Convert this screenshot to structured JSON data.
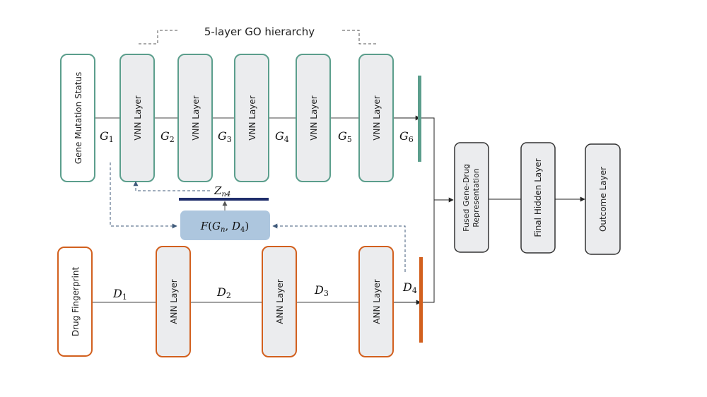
{
  "title": "5-layer GO hierarchy",
  "colors": {
    "gene_border": "#5b9e8c",
    "drug_border": "#d2601e",
    "layer_fill": "#ebecee",
    "fusion_fill": "#adc6de",
    "zbar": "#1f2d6b",
    "dashed": "#3f5a7a",
    "solid_line": "#333333",
    "output_border": "#333333"
  },
  "gene_branch": {
    "input_label": "Gene Mutation Status",
    "layers": [
      "VNN Layer",
      "VNN Layer",
      "VNN Layer",
      "VNN Layer",
      "VNN Layer"
    ],
    "edges": [
      {
        "sym": "G",
        "sub": "1"
      },
      {
        "sym": "G",
        "sub": "2"
      },
      {
        "sym": "G",
        "sub": "3"
      },
      {
        "sym": "G",
        "sub": "4"
      },
      {
        "sym": "G",
        "sub": "5"
      },
      {
        "sym": "G",
        "sub": "6"
      }
    ]
  },
  "drug_branch": {
    "input_label": "Drug Fingerprint",
    "layers": [
      "ANN Layer",
      "ANN Layer",
      "ANN Layer"
    ],
    "edges": [
      {
        "sym": "D",
        "sub": "1"
      },
      {
        "sym": "D",
        "sub": "2"
      },
      {
        "sym": "D",
        "sub": "3"
      },
      {
        "sym": "D",
        "sub": "4"
      }
    ]
  },
  "fusion_block": {
    "func": "F",
    "arg1_sym": "G",
    "arg1_sub": "n",
    "arg2_sym": "D",
    "arg2_sub": "4"
  },
  "z_label": {
    "sym": "Z",
    "sub": "n4"
  },
  "output_chain": {
    "fused": [
      "Fused Gene-Drug",
      "Representation"
    ],
    "hidden": "Final Hidden Layer",
    "outcome": "Outcome Layer"
  }
}
